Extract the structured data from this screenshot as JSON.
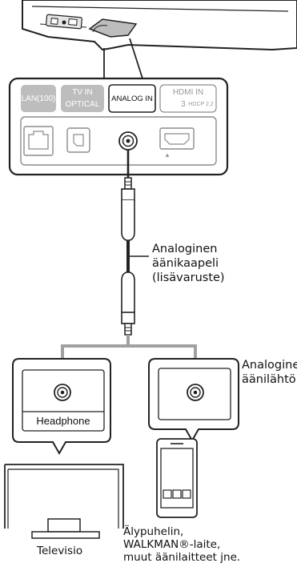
{
  "panel": {
    "lan_label": "LAN(100)",
    "tv_in_label": "TV IN",
    "optical_label": "OPTICAL",
    "analog_in_label": "ANALOG IN",
    "hdmi_in_label": "HDMI IN",
    "hdmi_number": "3",
    "hdcp_label": "HDCP 2.2",
    "arrow_glyph": "▲"
  },
  "cable": {
    "label_line1": "Analoginen",
    "label_line2": "äänikaapeli",
    "label_line3": "(lisävaruste)"
  },
  "output": {
    "label_line1": "Analoginen",
    "label_line2": "äänilähtö"
  },
  "tv_box": {
    "headphone_label": "Headphone"
  },
  "devices": {
    "tv_caption": "Televisio",
    "mobile_line1": "Älypuhelin,",
    "mobile_line2": "WALKMAN®-laite,",
    "mobile_line3": "muut äänilaitteet jne."
  },
  "colors": {
    "line": "#222222",
    "grey_fill": "#bdbdbd",
    "outline_grey": "#8c8c8c",
    "connector_grey": "#a0a0a0"
  }
}
